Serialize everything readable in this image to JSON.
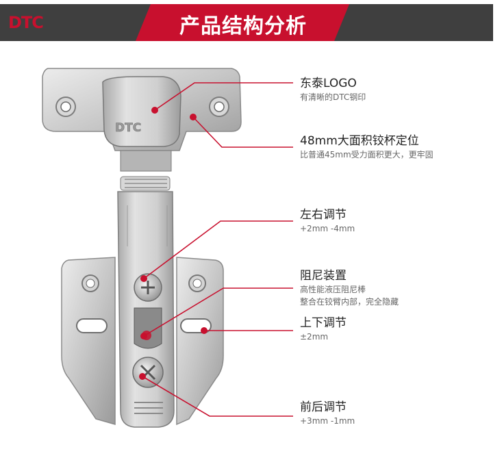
{
  "banner": {
    "brand": "DTC",
    "title": "产品结构分析"
  },
  "product": {
    "logo_stamp": "DTC"
  },
  "annotations": [
    {
      "title": "东泰LOGO",
      "lines": [
        "有清晰的DTC钢印"
      ]
    },
    {
      "title": "48mm大面积铰杯定位",
      "lines": [
        "比普通45mm受力面积更大，更牢固"
      ]
    },
    {
      "title": "左右调节",
      "lines": [
        "+2mm  -4mm"
      ]
    },
    {
      "title": "阻尼装置",
      "lines": [
        "高性能液压阻尼棒",
        "整合在铰臂内部，完全隐藏"
      ]
    },
    {
      "title": "上下调节",
      "lines": [
        "±2mm"
      ]
    },
    {
      "title": "前后调节",
      "lines": [
        "+3mm  -1mm"
      ]
    }
  ],
  "colors": {
    "accent": "#c8102e",
    "banner_dark": "#3f3f3f",
    "metal": "#c9c9c9"
  }
}
